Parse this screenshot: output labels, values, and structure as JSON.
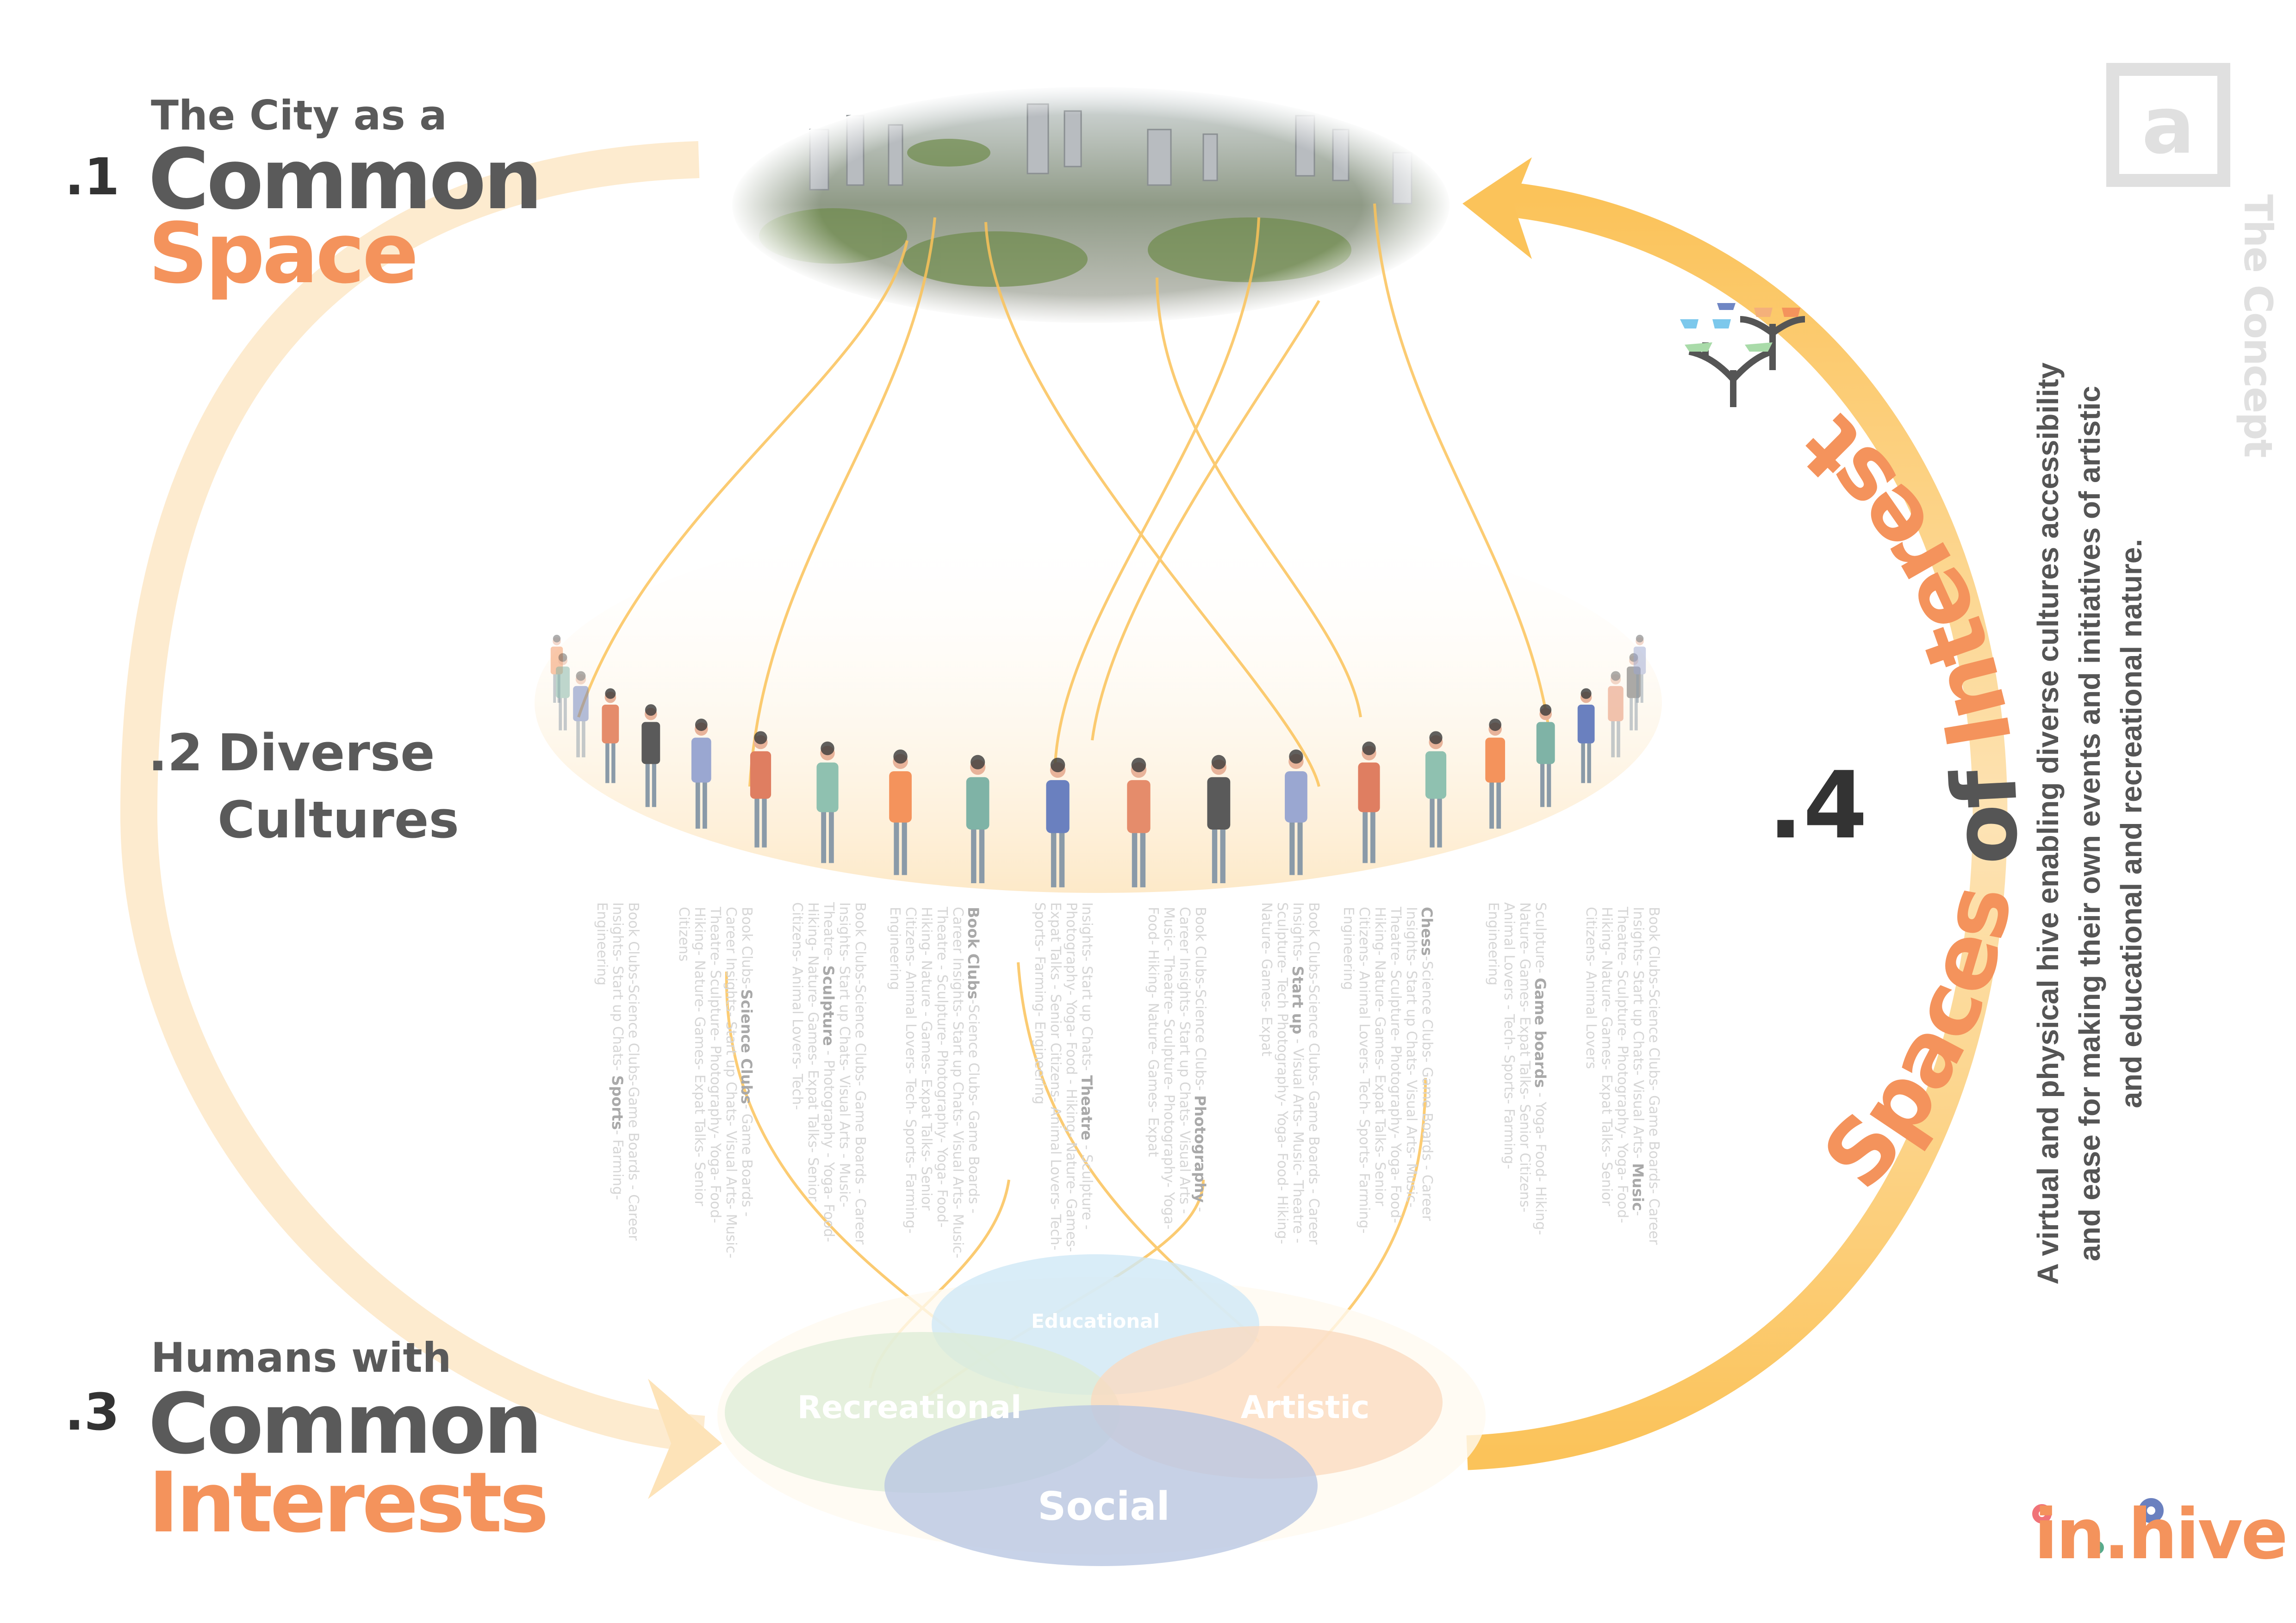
{
  "section1": {
    "number": ".1",
    "line1": "The City as a",
    "line2": "Common",
    "line3": "Space"
  },
  "section2": {
    "number": ".2",
    "line1": "Diverse",
    "line2": "Cultures"
  },
  "section3": {
    "number": ".3",
    "line1": "Humans with",
    "line2": "Common",
    "line3": "Interests"
  },
  "section4": {
    "number": ".4",
    "title_part1": "Spaces ",
    "title_part2": "of ",
    "title_part3": "Interest"
  },
  "concept": {
    "badge_letter": "a",
    "label": "The Concept"
  },
  "description": "A virtual and physical hive enabling diverse cultures accessibility and ease for making their own events and initiatives of artistic and educational and recreational nature.",
  "venn": {
    "educational": "Educational",
    "recreational": "Recreational",
    "artistic": "Artistic",
    "social": "Social"
  },
  "logo": {
    "text": "in.hive"
  },
  "colors": {
    "orange": "#f4935c",
    "dark": "#5a5a5a",
    "arc_yellow": "#fbc35a",
    "arc_light": "#fdebcf",
    "educational": "#cfe8f6",
    "recreational": "#dcecd6",
    "artistic": "#fbd9bd",
    "social": "#b9c7e2"
  },
  "interest_columns": [
    {
      "pre": "Book Clubs-Science Clubs-Game Boards - Career Insights- Start up Chats- ",
      "bold": "Sports",
      "post": "- Farming- Engineering"
    },
    {
      "pre": "Book Clubs-",
      "bold": "Science Clubs",
      "post": "- Game Boards - Career Insights- Start up Chats- Visual Arts- Music- Theatre- Sculpture- Photography- Yoga- Food- Hiking- Nature- Games- Expat Talks- Senior Citizens"
    },
    {
      "pre": "Book Clubs-Science Clubs- Game Boards - Career Insights- Start up Chats- Visual Arts - Music- Theatre- ",
      "bold": "Sculpture",
      "post": " - Photography - Yoga- Food- Hiking- Nature- Games- Expat Talks- Senior Citizens- Animal Lovers- Tech-"
    },
    {
      "pre": "",
      "bold": "Book Clubs",
      "post": "-Science Clubs- Game Boards - Career Insights- Start up Chats- Visual Arts- Music- Theatre - Sculpture- Photography- Yoga- Food- Hiking- Nature - Games- Expat Talks- Senior Citizens- Animal Lovers- Tech- Sports- Farming- Engineering"
    },
    {
      "pre": "Insights- Start up Chats- ",
      "bold": "Theatre",
      "post": " - Sculpture - Photography- Yoga- Food - Hiking- Nature- Games- Expat Talks - Senior Citizens- Animal Lovers- Tech- Sports- Farming- Engineering"
    },
    {
      "pre": "Book Clubs-Science Clubs- ",
      "bold": "Photography",
      "post": " - Career Insights- Start up Chats- Visual Arts - Music- Theatre- Sculpture- Photography- Yoga- Food- Hiking- Nature- Games- Expat"
    },
    {
      "pre": "Book Clubs-Science Clubs- Game Boards - Career Insights- ",
      "bold": "Start up",
      "post": " - Visual Arts- Music- Theatre - Sculpture- Tech Photography- Yoga- Food- Hiking- Nature- Games- Expat"
    },
    {
      "pre": "",
      "bold": "Chess",
      "post": "-Science Clubs- Game Boards - Career Insights- Start up Chats- Visual Arts- Music- Theatre- Sculpture- Photography- Yoga- Food- Hiking- Nature- Games- Expat Talks- Senior Citizens- Animal Lovers- Tech- Sports- Farming- Engineering"
    },
    {
      "pre": "Sculpture- ",
      "bold": "Game boards",
      "post": " - Yoga- Food- Hiking- Nature- Games- Expat Talks- Senior Citizens- Animal Lovers - Tech- Sports- Farming- Engineering"
    },
    {
      "pre": "Book Clubs-Science Clubs- Game Boards- Career Insights- Start up Chats- Visual Arts- ",
      "bold": "Music",
      "post": "- Theatre- Sculpture- Photography- Yoga- Food- Hiking- Nature- Games- Expat Talks- Senior Citizens- Animal Lovers"
    }
  ]
}
